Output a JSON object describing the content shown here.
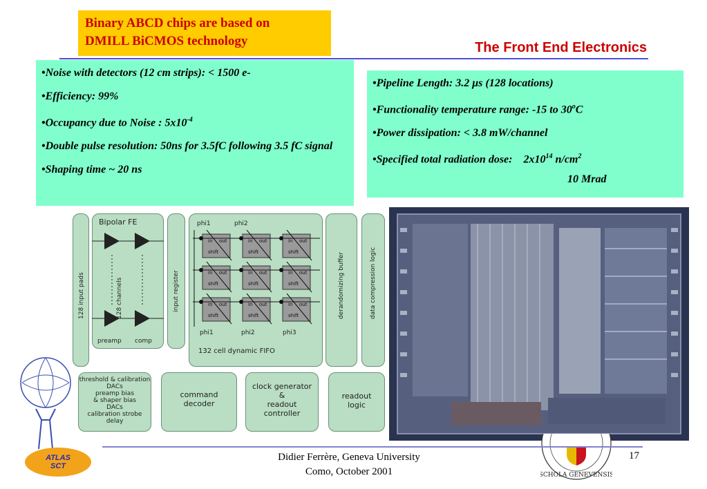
{
  "title_box": {
    "line1": "Binary ABCD chips are based on",
    "line2": "DMILL BiCMOS technology"
  },
  "section_title": "The Front End Electronics",
  "left_specs": [
    "•Noise with detectors (12 cm strips): < 1500 e-",
    "•Efficiency: 99%",
    "•Occupancy due to Noise : 5x10",
    "•Double pulse resolution: 50ns for 3.5fC following 3.5 fC signal",
    "•Shaping time ~ 20 ns"
  ],
  "occupancy_exponent": "-4",
  "right_specs": {
    "pipeline": "•Pipeline Length: 3.2 μs (128 locations)",
    "temp_prefix": "•Functionality temperature range: -15 to 30",
    "temp_sup": "o",
    "temp_suffix": "C",
    "power": "•Power dissipation: < 3.8 mW/channel",
    "rad_prefix": "•Specified total radiation dose:    2x10",
    "rad_sup1": "14",
    "rad_mid": " n/cm",
    "rad_sup2": "2",
    "rad_second": "10 Mrad"
  },
  "diagram": {
    "input_pads": "128 input pads",
    "bipolar_fe": "Bipolar FE",
    "channels": "128 channels",
    "preamp": "preamp",
    "comp": "comp",
    "input_register": "input register",
    "phi1_top": "phi1",
    "phi2_top": "phi2",
    "phi1_bottom": "phi1",
    "phi2_bottom": "phi2",
    "phi3_bottom": "phi3",
    "cell_in": "in",
    "cell_out": "out",
    "cell_shift": "shift",
    "fifo": "132 cell dynamic FIFO",
    "derandomizing": "derandomizing buffer",
    "compression": "data compression logic",
    "threshold": "threshold & calibration DACs",
    "preamp_bias": "preamp bias",
    "shaper_bias": "& shaper bias",
    "dacs": "DACs",
    "strobe": "calibration strobe",
    "delay": "delay",
    "command_decoder_1": "command",
    "command_decoder_2": "decoder",
    "clock_1": "clock generator",
    "clock_2": "&",
    "clock_3": "readout",
    "clock_4": "controller",
    "readout_1": "readout",
    "readout_2": "logic"
  },
  "footer": {
    "line1": "Didier Ferrère, Geneva University",
    "line2": "Como, October 2001",
    "page": "17"
  },
  "logos": {
    "atlas_line1": "ATLAS",
    "atlas_line2": "SCT",
    "geneva_text": "SCHOLA GENEVENSIS"
  }
}
